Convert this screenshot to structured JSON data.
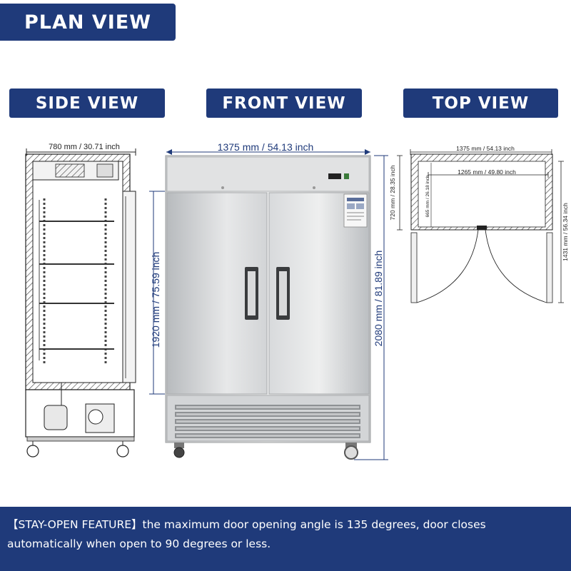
{
  "banners": {
    "plan": "PLAN VIEW",
    "side": "SIDE VIEW",
    "front": "FRONT VIEW",
    "top": "TOP VIEW"
  },
  "side_view": {
    "depth_label": "780 mm / 30.71 inch"
  },
  "front_view": {
    "width_label": "1375 mm / 54.13 inch",
    "door_height_label": "1920 mm / 75.59 inch",
    "total_height_label": "2080 mm / 81.89 inch"
  },
  "top_view": {
    "outer_width_label": "1375 mm / 54.13 inch",
    "inner_width_label": "1265 mm / 49.80 inch",
    "outer_depth_label": "720 mm / 28.35 inch",
    "inner_depth_label": "665 mm / 26.18 inch",
    "open_depth_label": "1431 mm / 56.34 inch"
  },
  "footer": {
    "text": "【STAY-OPEN FEATURE】the maximum door opening angle is 135 degrees, door closes automatically when open to 90 degrees or less."
  },
  "colors": {
    "brand_navy": "#1f3a7a",
    "steel": "#d6d8da"
  }
}
